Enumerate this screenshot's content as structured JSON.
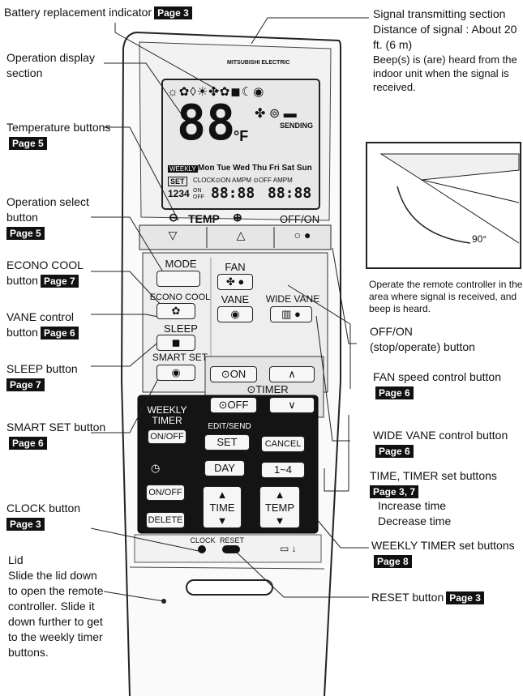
{
  "labels": {
    "battery": {
      "text": "Battery replacement indicator",
      "page": "Page 3"
    },
    "operation_display": {
      "text": "Operation display section"
    },
    "temperature": {
      "text": "Temperature buttons",
      "page": "Page 5"
    },
    "operation_select": {
      "text": "Operation select button",
      "page": "Page 5"
    },
    "econo_cool": {
      "text": "ECONO COOL button",
      "page": "Page 7"
    },
    "vane": {
      "text": "VANE control button",
      "page": "Page 6"
    },
    "sleep": {
      "text": "SLEEP button",
      "page": "Page 7"
    },
    "smart_set": {
      "text": "SMART SET button",
      "page": "Page 6"
    },
    "clock": {
      "text": "CLOCK button",
      "page": "Page 3"
    },
    "lid": {
      "title": "Lid",
      "text": "Slide the lid down to open the remote controller. Slide it down further to get to the weekly timer buttons."
    },
    "signal": {
      "title": "Signal transmitting section",
      "distance": "Distance of signal : About 20 ft. (6 m)",
      "beep": "Beep(s) is (are) heard from the indoor unit when the signal is received."
    },
    "operate_note": "Operate the remote controller in the area where signal is received, and beep is heard.",
    "angle": "90°",
    "off_on": {
      "title": "OFF/ON",
      "text": "(stop/operate) button"
    },
    "fan_speed": {
      "text": "FAN speed control button",
      "page": "Page 6"
    },
    "wide_vane": {
      "text": "WIDE VANE control button",
      "page": "Page 6"
    },
    "time_timer": {
      "text": "TIME, TIMER set buttons",
      "page": "Page 3, 7",
      "increase": "Increase time",
      "decrease": "Decrease time"
    },
    "weekly_timer_set": {
      "text": "WEEKLY TIMER set buttons",
      "page": "Page 8"
    },
    "reset": {
      "text": "RESET button",
      "page": "Page 3"
    }
  },
  "remote": {
    "brand": "MITSUBISHI ELECTRIC",
    "lcd": {
      "temp_digits": "88",
      "unit": "°F",
      "sending": "SENDING",
      "weekly": "WEEKLY",
      "days": "Mon Tue Wed Thu Fri Sat Sun",
      "set": "SET",
      "clock_row": "CLOCK⊙ON AMPM ⊙OFF AMPM",
      "num": "1234",
      "on_off_small": "ON OFF",
      "time1": "88:88",
      "time2": "88:88"
    },
    "temp": "TEMP",
    "off_on": "OFF/ON",
    "mode": "MODE",
    "fan": "FAN",
    "econo_cool": "ECONO COOL",
    "vane": "VANE",
    "wide_vane": "WIDE VANE",
    "sleep": "SLEEP",
    "smart_set": "SMART SET",
    "timer_on": "⊙ON",
    "timer_off": "⊙OFF",
    "timer": "⊙TIMER",
    "weekly_timer": "WEEKLY TIMER",
    "on_off_btn": "ON/OFF",
    "edit_send": "EDIT/SEND",
    "set": "SET",
    "cancel": "CANCEL",
    "day": "DAY",
    "range": "1~4",
    "on_off2": "ON/OFF",
    "delete": "DELETE",
    "time": "TIME",
    "temp2": "TEMP",
    "clock": "CLOCK",
    "reset": "RESET"
  }
}
